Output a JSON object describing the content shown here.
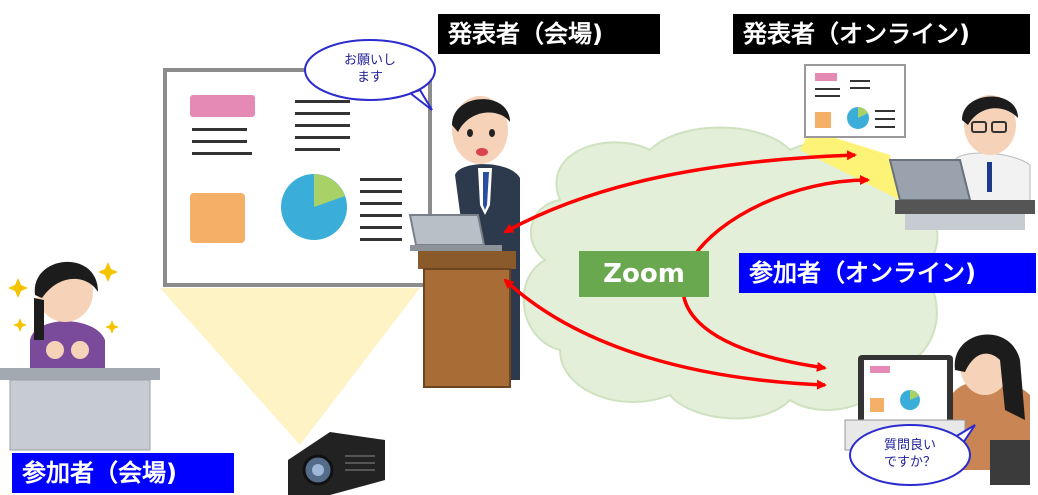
{
  "labels": {
    "presenter_venue": "発表者（会場)",
    "presenter_online": "発表者（オンライン)",
    "participant_online": "参加者（オンライン)",
    "participant_venue": "参加者（会場)",
    "zoom": "Zoom"
  },
  "bubbles": {
    "presenter_line1": "お願いし",
    "presenter_line2": "ます",
    "question_line1": "質問良い",
    "question_line2": "ですか？"
  },
  "colors": {
    "label_black": "#000000",
    "label_blue": "#0000ff",
    "zoom_green": "#6aa84f",
    "cloud": "#e3efd9",
    "arrow": "#ff0000",
    "beam": "#fdf3c4"
  }
}
